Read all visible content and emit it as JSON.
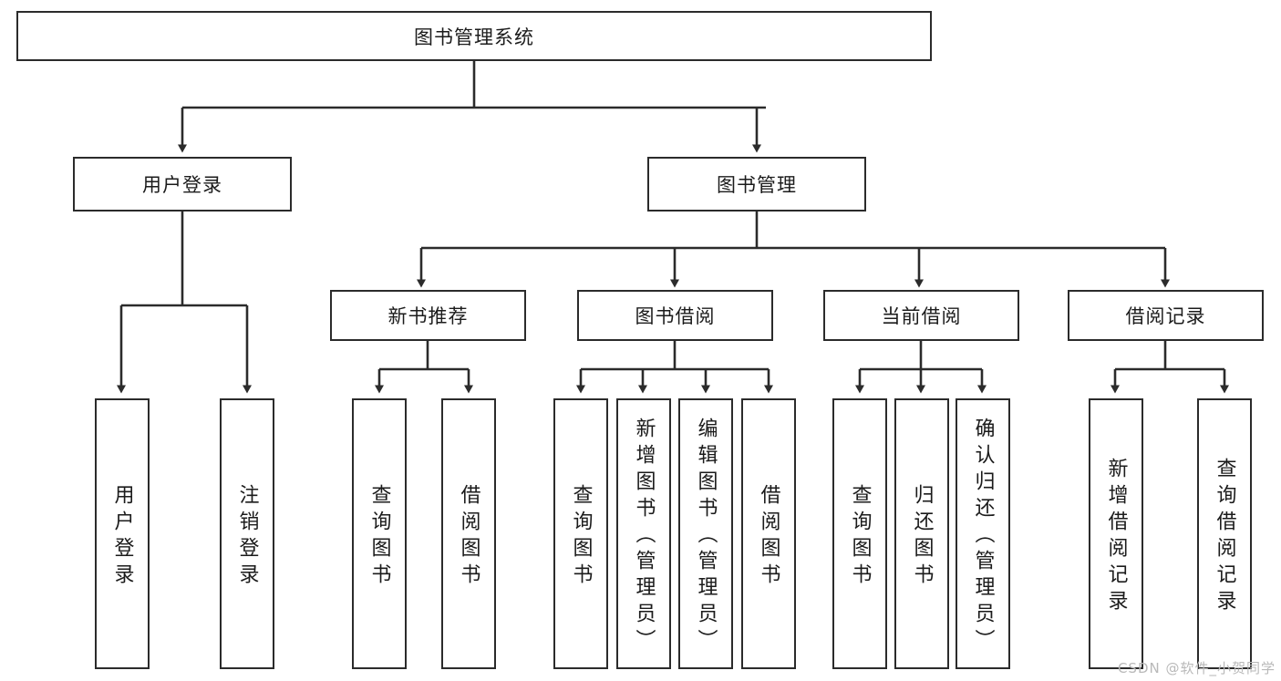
{
  "diagram": {
    "type": "tree-hierarchy-diagram",
    "title": "图书管理系统",
    "orientation": "top-down",
    "colors": {
      "box_border": "#2b2b2b",
      "box_fill": "#ffffff",
      "connector": "#2b2b2b",
      "text": "#1b1b1b",
      "watermark": "#b9b9b9",
      "background": "#ffffff"
    },
    "root": {
      "label": "图书管理系统"
    },
    "level1": [
      {
        "label": "用户登录"
      },
      {
        "label": "图书管理"
      }
    ],
    "level2": [
      {
        "label": "新书推荐"
      },
      {
        "label": "图书借阅"
      },
      {
        "label": "当前借阅"
      },
      {
        "label": "借阅记录"
      }
    ],
    "leaves": {
      "user_login": [
        {
          "label": "用户登录"
        },
        {
          "label": "注销登录"
        }
      ],
      "new_book_recommend": [
        {
          "label": "查询图书"
        },
        {
          "label": "借阅图书"
        }
      ],
      "book_borrow": [
        {
          "label": "查询图书"
        },
        {
          "label": "新增图书（管理员）"
        },
        {
          "label": "编辑图书（管理员）"
        },
        {
          "label": "借阅图书"
        }
      ],
      "current_borrow": [
        {
          "label": "查询图书"
        },
        {
          "label": "归还图书"
        },
        {
          "label": "确认归还（管理员）"
        }
      ],
      "borrow_record": [
        {
          "label": "新增借阅记录"
        },
        {
          "label": "查询借阅记录"
        }
      ]
    }
  },
  "watermark": {
    "text": "CSDN @软件_小贺同学"
  }
}
